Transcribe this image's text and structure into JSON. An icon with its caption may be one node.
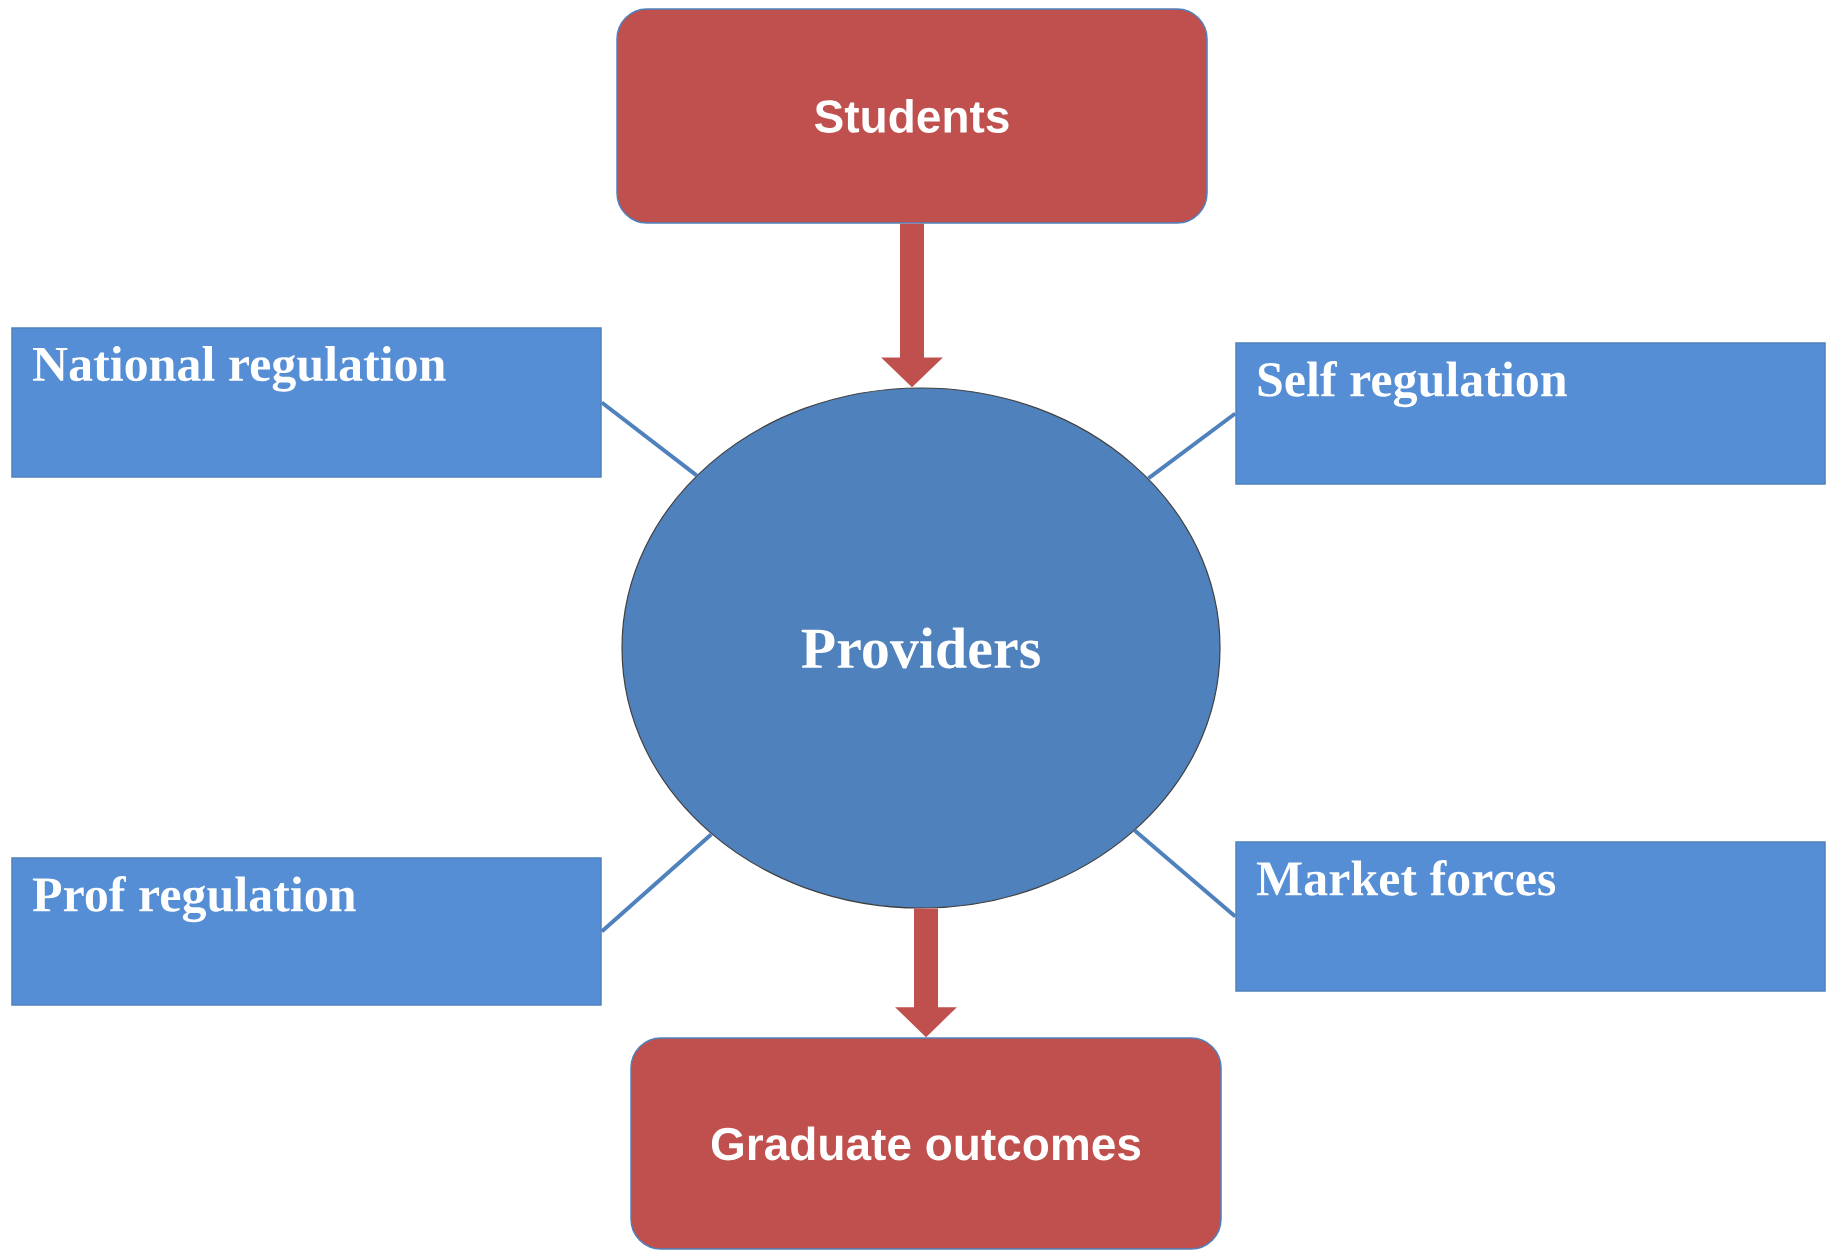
{
  "diagram": {
    "nodes": [
      {
        "text": [
          "Students"
        ]
      },
      {
        "text": [
          "National regulation"
        ]
      },
      {
        "text": [
          "Self regulation"
        ]
      },
      {
        "text": [
          "Prof regulation"
        ]
      },
      {
        "text": [
          "Market forces"
        ]
      },
      {
        "text": [
          "Providers"
        ]
      },
      {
        "text": [
          "Graduate outcomes"
        ]
      }
    ],
    "edges": [
      {
        "from": 0,
        "to": 5,
        "arrow": "to",
        "style": "thick",
        "color": "#c0504d"
      },
      {
        "from": 1,
        "to": 5,
        "arrow": "none"
      },
      {
        "from": 2,
        "to": 5,
        "arrow": "none"
      },
      {
        "from": 3,
        "to": 5,
        "arrow": "none"
      },
      {
        "from": 4,
        "to": 5,
        "arrow": "none"
      },
      {
        "from": 5,
        "to": 6,
        "arrow": "to",
        "style": "thick",
        "color": "#c0504d"
      }
    ]
  }
}
